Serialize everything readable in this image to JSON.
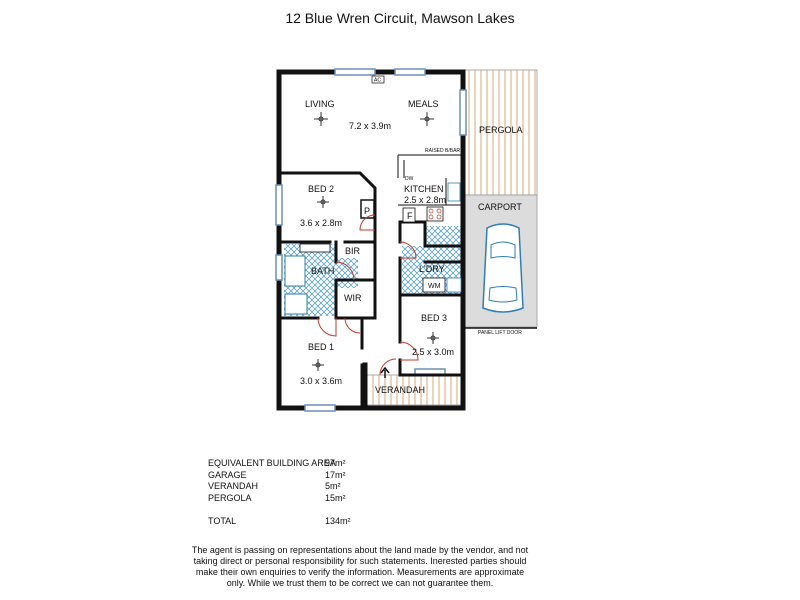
{
  "title": "12 Blue Wren Circuit, Mawson Lakes",
  "rooms": {
    "living": "LIVING",
    "meals": "MEALS",
    "living_dim": "7.2 x 3.9m",
    "raised_bar": "RAISED B/BAR",
    "ac": "AC",
    "dw": "DW",
    "kitchen": "KITCHEN",
    "kitchen_dim": "2.5 x 2.8m",
    "fridge": "F",
    "pantry": "P",
    "bed2": "BED 2",
    "bed2_dim": "3.6 x 2.8m",
    "bir": "BIR",
    "bath": "BATH",
    "wir": "WIR",
    "bed1": "BED 1",
    "bed1_dim": "3.0 x 3.6m",
    "ldry": "L'DRY",
    "wm": "WM",
    "bed3": "BED 3",
    "bed3_dim": "2.5 x 3.0m",
    "verandah": "VERANDAH",
    "pergola": "PERGOLA",
    "carport": "CARPORT",
    "panel_lift_door": "PANEL LIFT DOOR"
  },
  "areas": [
    {
      "label": "EQUIVALENT BUILDING AREA",
      "value": "97m²"
    },
    {
      "label": "GARAGE",
      "value": "17m²"
    },
    {
      "label": "VERANDAH",
      "value": "5m²"
    },
    {
      "label": "PERGOLA",
      "value": "15m²"
    }
  ],
  "total": {
    "label": "TOTAL",
    "value": "134m²"
  },
  "disclaimer": "The agent is passing on representations about the land made by the vendor, and not taking direct or personal responsibility for such statements. Inerested parties should make their own enquiries to verify the information. Measurements are approximate only. While we trust them to be correct we can not guarantee them.",
  "colors": {
    "pergola_stripe": "#d9a87a",
    "carport_fill": "#dcdcdc",
    "wet_tile": "#5fa3c9",
    "door_swing": "#c0392b",
    "window": "#6a8fb5"
  }
}
